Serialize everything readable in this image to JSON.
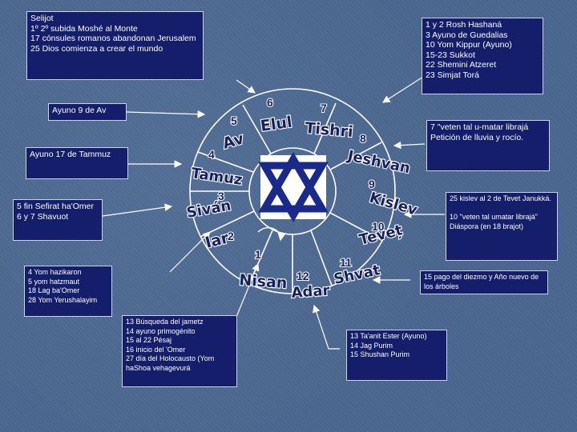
{
  "boxes": {
    "top_left": "Selijot\n1º 2º subida Moshé al Monte\n17 cónsules romanos abandonan Jerusalem\n25 Dios comienza a crear el mundo",
    "top_right": "1 y 2  Rosh Hashaná\n3 Ayuno de Guedalias\n10 Yom Kippur (Ayuno)\n15-23 Sukkot\n22 Shemini Atzeret\n23 Simjat Torá",
    "av": "Ayuno 9 de Av",
    "tammuz": "Ayuno 17 de Tammuz",
    "sivan": "5 fin  Sefirat ha'Omer\n6 y 7 Shavuot",
    "iar": "4 Yom hazikaron\n5 yom hatzmaut\n18 Lag ba'Omer\n28 Yom Yerushalayim",
    "nisan": "13 Búsqueda del jametz\n14 ayuno primogénito\n15 al 22 Pésaj\n16 inicio del 'Omer\n27 día del Holocausto (Yom haShoa vehagevurá",
    "adar": "13 Ta'anit Ester (Ayuno)\n14 Jag Purim\n15 Shushan Purim",
    "shvat": "15 pago del diezmo y Año nuevo de los árboles",
    "kislev_tevet": "25 kislev al 2 de Tevet Janukká.\n\n10 \"veten tal umatar librajá\" Diáspora (en 18 brajot)",
    "jeshvan": "7 \"veten tal u-matar librajá\nPetición de lluvia y rocío."
  },
  "months": [
    {
      "num": "6",
      "name": "Elul"
    },
    {
      "num": "7",
      "name": "Tishri"
    },
    {
      "num": "8",
      "name": "Jeshvan"
    },
    {
      "num": "9",
      "name": "Kislev"
    },
    {
      "num": "10",
      "name": "Teveț"
    },
    {
      "num": "11",
      "name": "Shvat"
    },
    {
      "num": "12",
      "name": "Adar"
    },
    {
      "num": "1",
      "name": "Nisan"
    },
    {
      "num": "2",
      "name": "Iar"
    },
    {
      "num": "3",
      "name": "Siván"
    },
    {
      "num": "4",
      "name": "Tamuz"
    },
    {
      "num": "5",
      "name": "Av"
    }
  ],
  "colors": {
    "box_fill": "#141e6b",
    "box_border": "#c9d3e6",
    "background": "#4a6790",
    "star": "#1a2a8a",
    "star_bg": "#ffffff",
    "month_text": "#17205e"
  }
}
